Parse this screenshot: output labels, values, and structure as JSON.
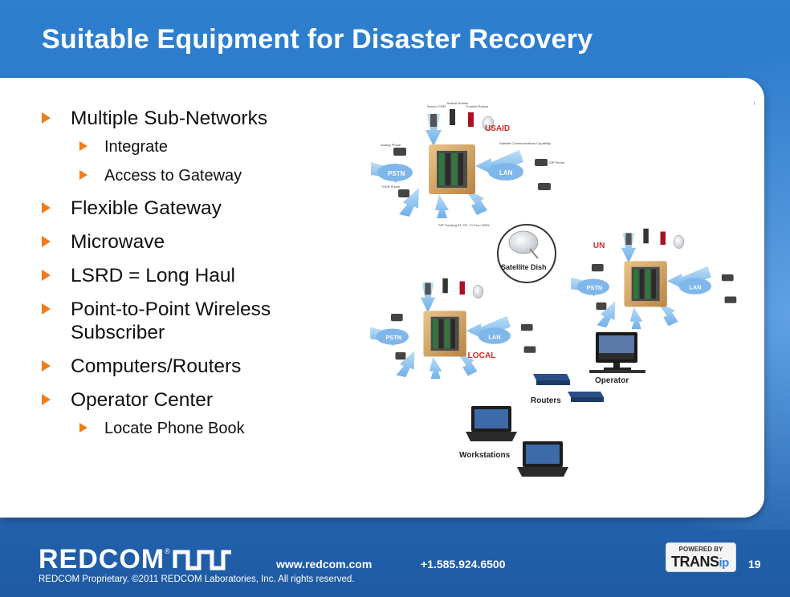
{
  "title": "Suitable Equipment for Disaster Recovery",
  "bullets": {
    "multiple_subnetworks": "Multiple Sub-Networks",
    "integrate": "Integrate",
    "access_gateway": "Access to Gateway",
    "flexible_gateway": "Flexible Gateway",
    "microwave": "Microwave",
    "lsrd": "LSRD = Long Haul",
    "p2p_line1": "Point-to-Point Wireless",
    "p2p_line2": "Subscriber",
    "computers_routers": "Computers/Routers",
    "operator_center": "Operator Center",
    "locate_phone_book": "Locate Phone Book"
  },
  "diagram": {
    "usaid": "USAID",
    "un": "UN",
    "local": "LOCAL",
    "satellite_dish": "Satellite Dish",
    "operator": "Operator",
    "routers": "Routers",
    "workstations": "Workstations",
    "pstn": "PSTN",
    "lan": "LAN",
    "secure_gsm": "Secure GSM",
    "tactical_radios": "Tactical Radios",
    "trunked_radios": "Trunked Radios",
    "satellite_comms": "Satellite Communications Capability",
    "analog_phone": "Analog Phone",
    "isdn_phone": "ISDN Phone",
    "sip_phone": "SIP Phone",
    "sip_trunking": "SIP Trunking",
    "e1_t1": "E1, R2, T1 Euro ISDN"
  },
  "footer": {
    "logo": "REDCOM",
    "website": "www.redcom.com",
    "phone": "+1.585.924.6500",
    "page_number": "19",
    "copyright": "REDCOM Proprietary. ©2011 REDCOM Laboratories, Inc. All rights reserved.",
    "powered_by": "POWERED BY",
    "trans": "TRANS",
    "ip": "ip"
  },
  "colors": {
    "accent_orange": "#f07c1a",
    "brand_blue": "#2a73c3",
    "label_red": "#d42a2a"
  }
}
